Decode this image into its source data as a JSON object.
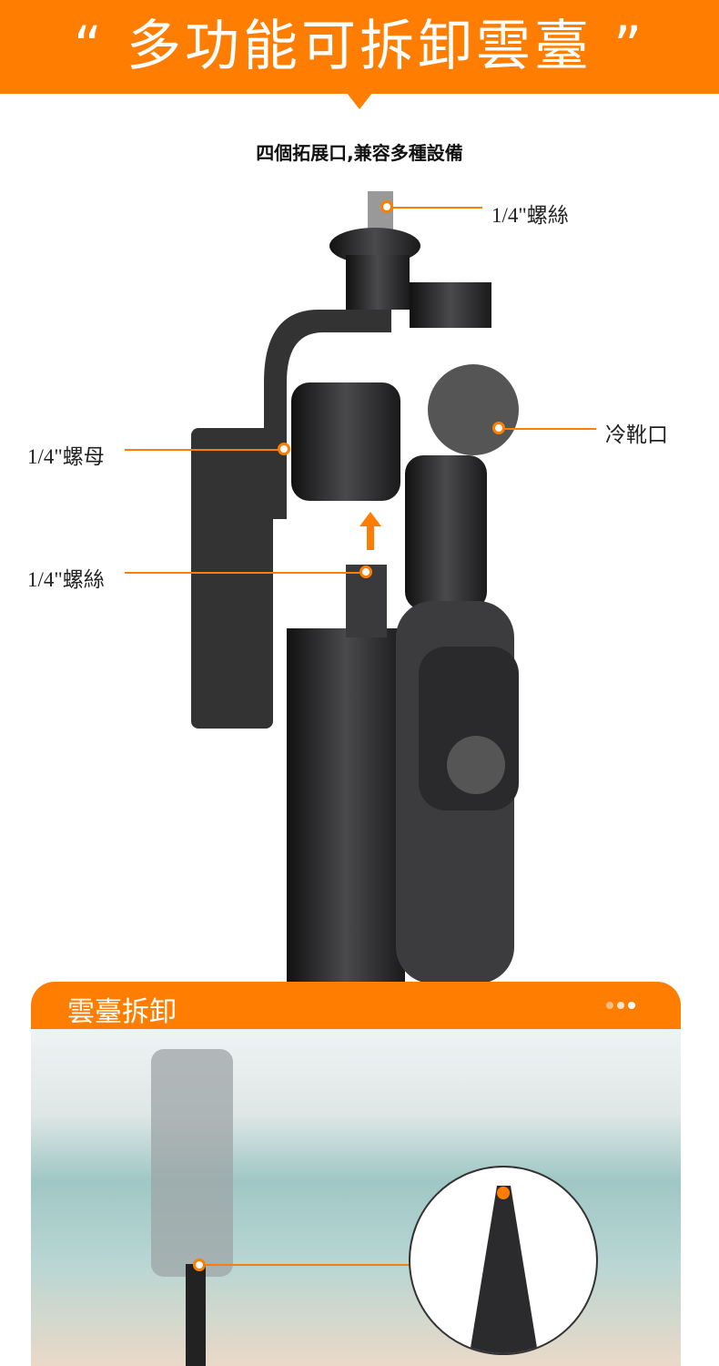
{
  "banner": {
    "title": "“ 多功能可拆卸雲臺 ”"
  },
  "subtitle": "四個拓展口,兼容多種設備",
  "callouts": {
    "top_screw": "1/4\"螺絲",
    "cold_shoe": "冷靴口",
    "nut": "1/4\"螺母",
    "bottom_screw": "1/4\"螺絲"
  },
  "card": {
    "title": "雲臺拆卸",
    "pager_dots": 3
  },
  "colors": {
    "accent": "#ff7d00",
    "product": "#2a2a2c"
  }
}
